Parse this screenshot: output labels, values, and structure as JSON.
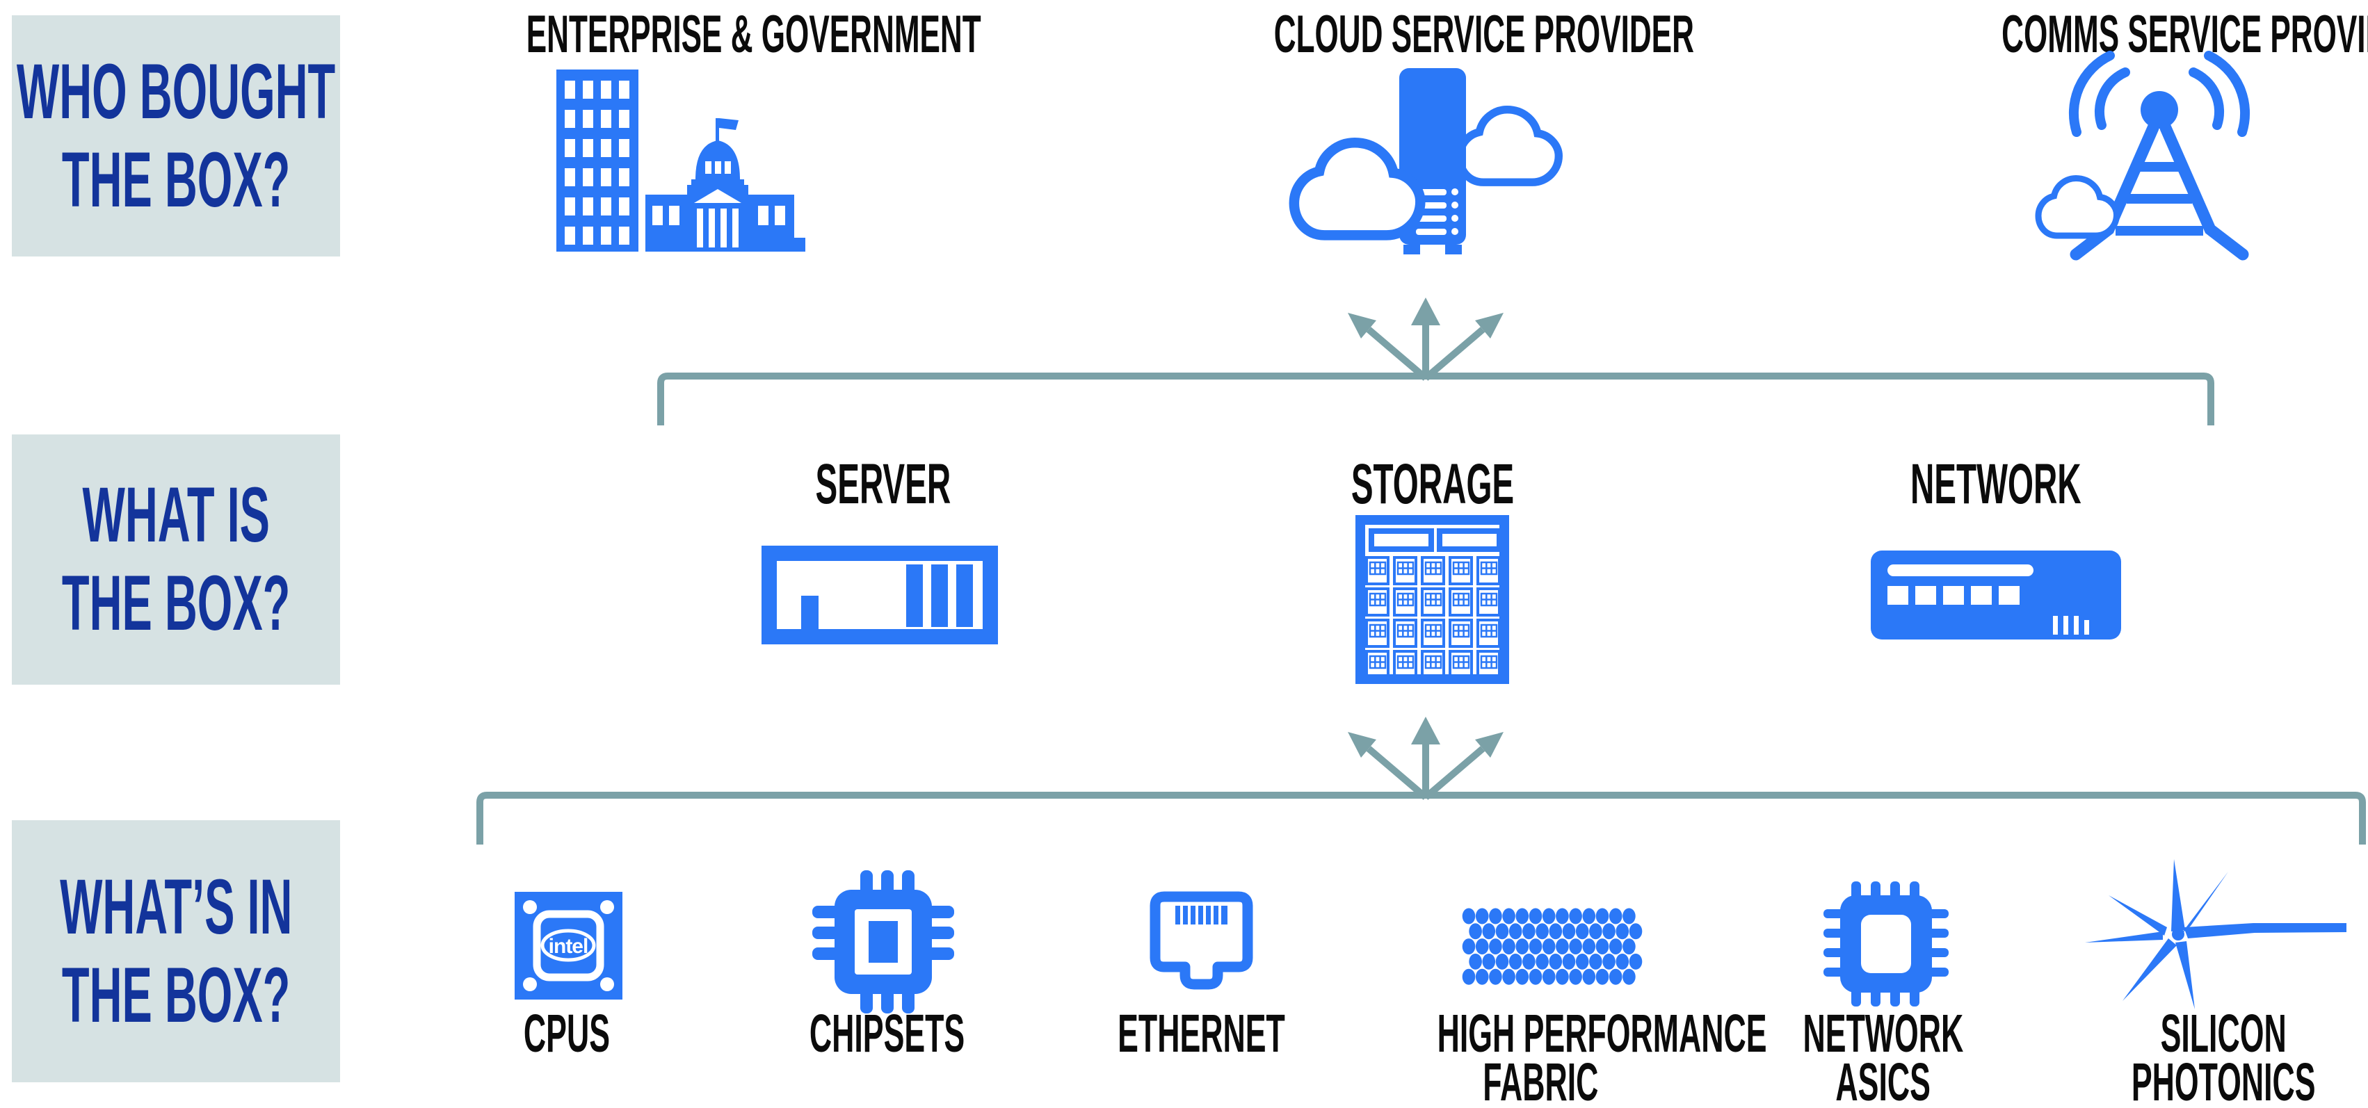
{
  "palette": {
    "icon_blue": "#2B78F7",
    "navy": "#13349B",
    "label_box_bg": "#D6E2E3",
    "connector_gray": "#7BA1A7",
    "title_black": "#0B0B0B"
  },
  "row_labels": [
    {
      "lines": [
        "WHO BOUGHT",
        "THE BOX?"
      ]
    },
    {
      "lines": [
        "WHAT IS",
        "THE BOX?"
      ]
    },
    {
      "lines": [
        "WHAT’S IN",
        "THE BOX?"
      ]
    }
  ],
  "buyers": [
    {
      "label": "ENTERPRISE & GOVERNMENT",
      "icon": "building-icon"
    },
    {
      "label": "CLOUD SERVICE PROVIDER",
      "icon": "cloud-server-icon"
    },
    {
      "label": "COMMS SERVICE PROVIDER",
      "icon": "radio-tower-icon"
    }
  ],
  "boxes": [
    {
      "label": "SERVER",
      "icon": "server-icon"
    },
    {
      "label": "STORAGE",
      "icon": "storage-rack-icon"
    },
    {
      "label": "NETWORK",
      "icon": "network-switch-icon"
    }
  ],
  "components": [
    {
      "lines": [
        "CPUS"
      ],
      "icon": "cpu-icon"
    },
    {
      "lines": [
        "CHIPSETS"
      ],
      "icon": "chipset-icon"
    },
    {
      "lines": [
        "ETHERNET"
      ],
      "icon": "ethernet-port-icon"
    },
    {
      "lines": [
        "HIGH PERFORMANCE",
        "FABRIC"
      ],
      "icon": "fabric-dots-icon"
    },
    {
      "lines": [
        "NETWORK",
        "ASICS"
      ],
      "icon": "network-asic-icon"
    },
    {
      "lines": [
        "SILICON",
        "PHOTONICS"
      ],
      "icon": "silicon-photonics-icon"
    }
  ],
  "icons": {
    "cpu_logo_text": "intel"
  }
}
